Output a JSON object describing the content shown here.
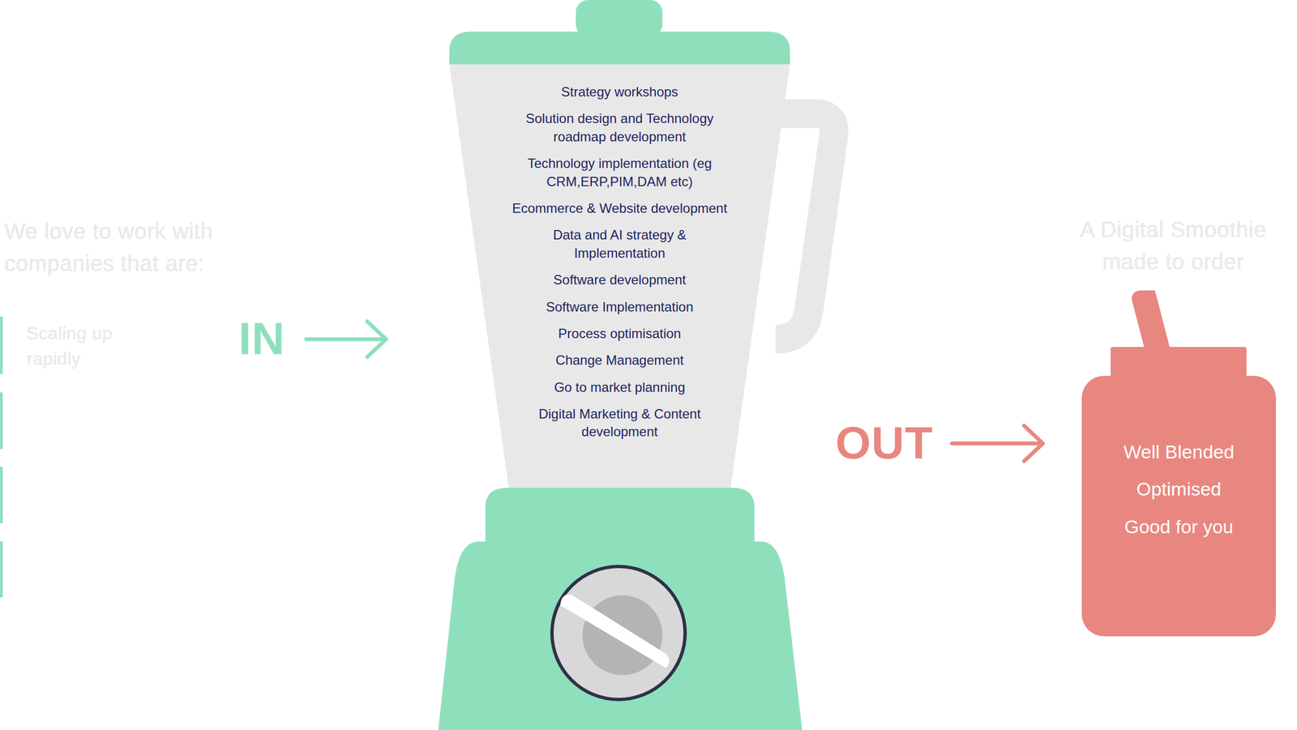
{
  "diagram": {
    "nodes": [
      {
        "text": [
          "Strategy workshops",
          "Solution design and Technology roadmap development",
          "Technology implementation (eg CRM,ERP,PIM,DAM etc)",
          "Ecommerce & Website development",
          "Data and AI strategy & Implementation",
          "Software development",
          "Software Implementation",
          "Process optimisation",
          "Change Management",
          "Go to market planning",
          "Digital Marketing & Content development"
        ]
      },
      {
        "text": [
          "Well Blended",
          "Optimised",
          "Good for you"
        ]
      }
    ],
    "labels": [
      "We love to work with companies that are:",
      "Scaling up rapidly",
      "IN",
      "OUT",
      "A Digital Smoothie made to order"
    ]
  }
}
